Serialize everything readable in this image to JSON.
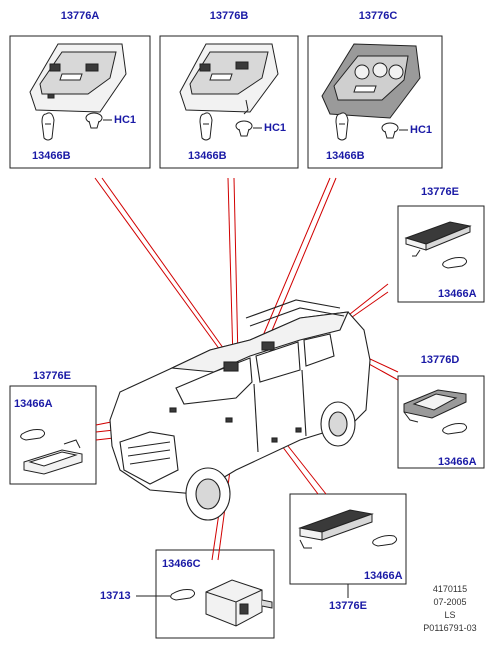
{
  "colors": {
    "label": "#1a1aa6",
    "leader": "#d10000",
    "outline": "#222222",
    "panel_fill": "#f2f2f2",
    "dark_fill": "#3a3a3a"
  },
  "labels": {
    "console_a": "13776A",
    "console_b": "13776B",
    "console_c": "13776C",
    "bulb_a": "13466B",
    "bulb_b": "13466B",
    "bulb_c": "13466B",
    "hc1_a": "HC1",
    "hc1_b": "HC1",
    "hc1_c": "HC1",
    "lamp_e_top": "13776E",
    "bulb_e_top": "13466A",
    "lamp_d": "13776D",
    "bulb_d": "13466A",
    "lamp_e_left": "13776E",
    "bulb_e_left": "13466A",
    "lamp_e_bottom": "13776E",
    "bulb_e_bottom": "13466A",
    "switch_part": "13713",
    "bulb_c_switch": "13466C"
  },
  "footer": {
    "ref": "4170115",
    "date": "07-2005",
    "code": "LS",
    "illustration": "P0116791-03"
  }
}
